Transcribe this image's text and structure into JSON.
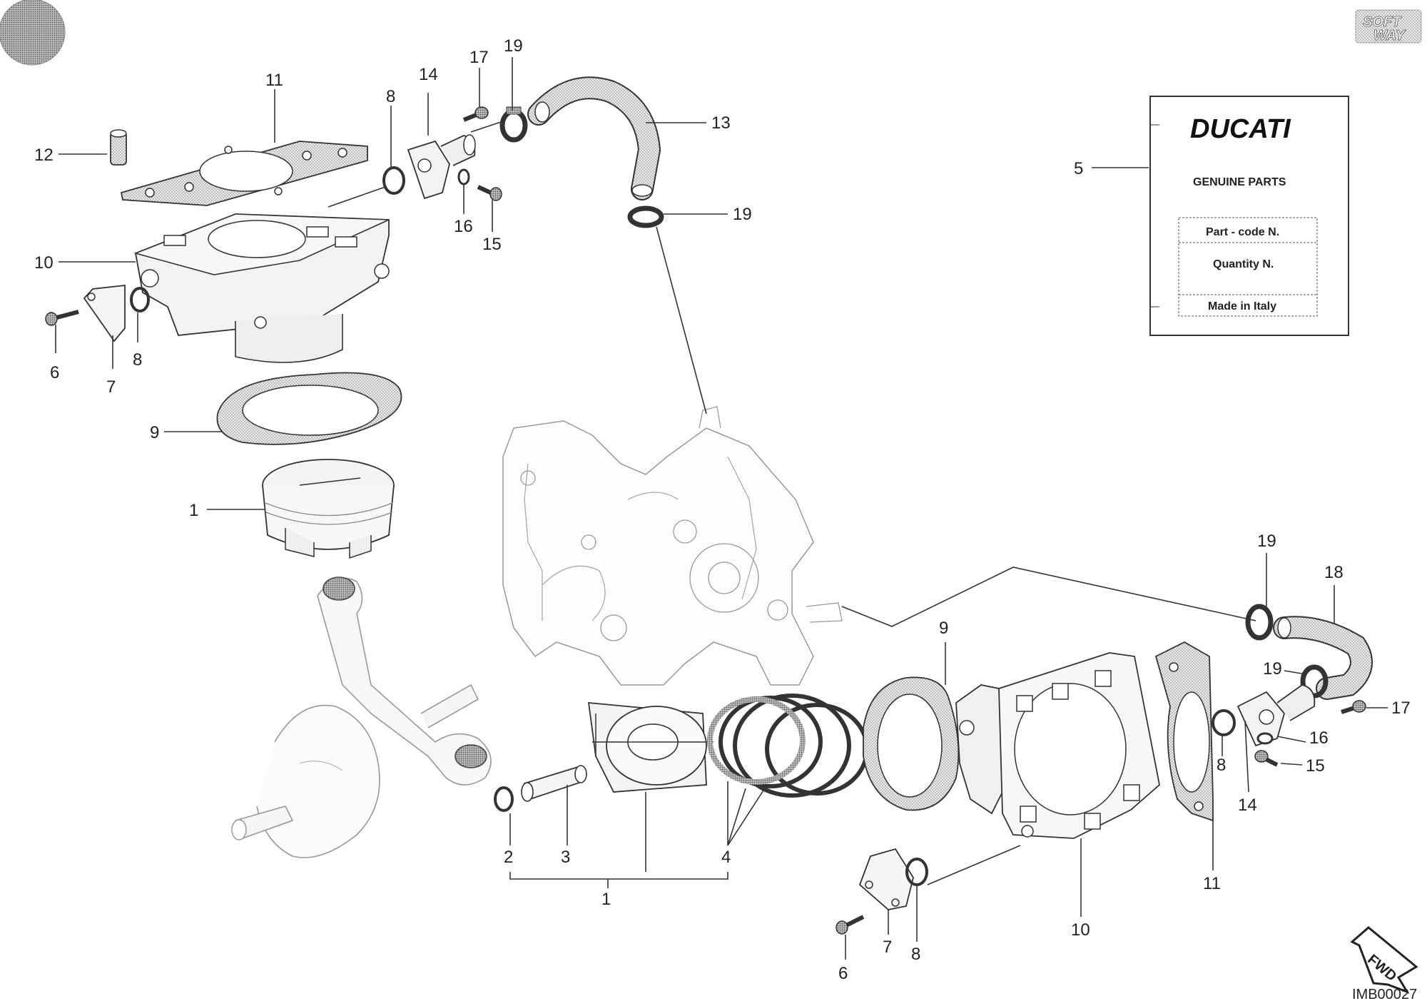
{
  "callouts": {
    "top_assembly": [
      {
        "id": "c12",
        "text": "12"
      },
      {
        "id": "c11",
        "text": "11"
      },
      {
        "id": "c8a",
        "text": "8"
      },
      {
        "id": "c14",
        "text": "14"
      },
      {
        "id": "c17",
        "text": "17"
      },
      {
        "id": "c19a",
        "text": "19"
      },
      {
        "id": "c13",
        "text": "13"
      },
      {
        "id": "c19b",
        "text": "19"
      },
      {
        "id": "c16",
        "text": "16"
      },
      {
        "id": "c15",
        "text": "15"
      },
      {
        "id": "c10",
        "text": "10"
      },
      {
        "id": "c6",
        "text": "6"
      },
      {
        "id": "c7",
        "text": "7"
      },
      {
        "id": "c8b",
        "text": "8"
      },
      {
        "id": "c9",
        "text": "9"
      },
      {
        "id": "c1",
        "text": "1"
      }
    ],
    "bottom_assembly": [
      {
        "id": "d2",
        "text": "2"
      },
      {
        "id": "d3",
        "text": "3"
      },
      {
        "id": "d4",
        "text": "4"
      },
      {
        "id": "d1",
        "text": "1"
      },
      {
        "id": "d9",
        "text": "9"
      },
      {
        "id": "d19a",
        "text": "19"
      },
      {
        "id": "d18",
        "text": "18"
      },
      {
        "id": "d19b",
        "text": "19"
      },
      {
        "id": "d17",
        "text": "17"
      },
      {
        "id": "d16",
        "text": "16"
      },
      {
        "id": "d15",
        "text": "15"
      },
      {
        "id": "d8a",
        "text": "8"
      },
      {
        "id": "d14",
        "text": "14"
      },
      {
        "id": "d11",
        "text": "11"
      },
      {
        "id": "d10",
        "text": "10"
      },
      {
        "id": "d6",
        "text": "6"
      },
      {
        "id": "d7",
        "text": "7"
      },
      {
        "id": "d8b",
        "text": "8"
      },
      {
        "id": "d5",
        "text": "5"
      }
    ]
  },
  "parts_label": {
    "brand": "DUCATI",
    "subtitle": "GENUINE PARTS",
    "rows": [
      "Part - code N.",
      "Quantity N.",
      "Made in Italy"
    ]
  },
  "logo_text": [
    "SOFT",
    "WAY"
  ],
  "fwd_text": "FWD",
  "image_code": "IMB00027"
}
